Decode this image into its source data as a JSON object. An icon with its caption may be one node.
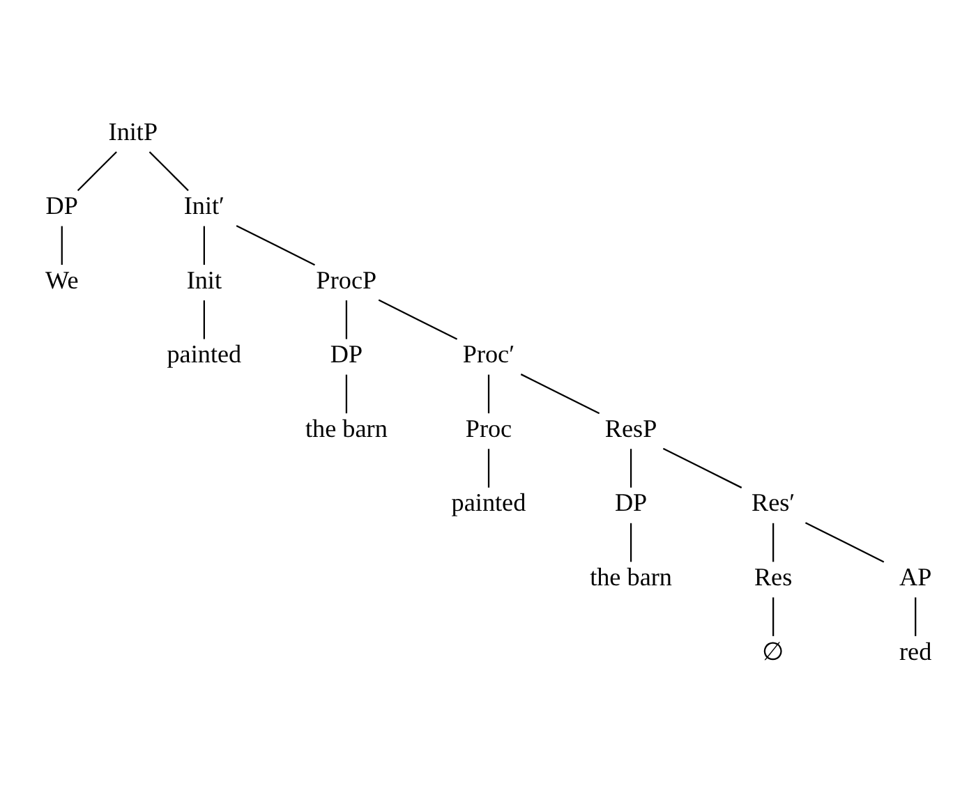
{
  "diagram": {
    "nodes": [
      {
        "text": [
          "InitP"
        ]
      },
      {
        "text": [
          "DP"
        ]
      },
      {
        "text": [
          "Init′"
        ]
      },
      {
        "text": [
          "We"
        ]
      },
      {
        "text": [
          "Init"
        ]
      },
      {
        "text": [
          "ProcP"
        ]
      },
      {
        "text": [
          "painted"
        ]
      },
      {
        "text": [
          "DP"
        ]
      },
      {
        "text": [
          "Proc′"
        ]
      },
      {
        "text": [
          "the barn"
        ]
      },
      {
        "text": [
          "Proc"
        ]
      },
      {
        "text": [
          "ResP"
        ]
      },
      {
        "text": [
          "painted"
        ]
      },
      {
        "text": [
          "DP"
        ]
      },
      {
        "text": [
          "Res′"
        ]
      },
      {
        "text": [
          "the barn"
        ]
      },
      {
        "text": [
          "Res"
        ]
      },
      {
        "text": [
          "AP"
        ]
      },
      {
        "text": [
          "∅"
        ]
      },
      {
        "text": [
          "red"
        ]
      }
    ],
    "edges": [
      {
        "from": 0,
        "to": 1,
        "arrow": "none"
      },
      {
        "from": 0,
        "to": 2,
        "arrow": "none"
      },
      {
        "from": 1,
        "to": 3,
        "arrow": "none"
      },
      {
        "from": 2,
        "to": 4,
        "arrow": "none"
      },
      {
        "from": 2,
        "to": 5,
        "arrow": "none"
      },
      {
        "from": 4,
        "to": 6,
        "arrow": "none"
      },
      {
        "from": 5,
        "to": 7,
        "arrow": "none"
      },
      {
        "from": 5,
        "to": 8,
        "arrow": "none"
      },
      {
        "from": 7,
        "to": 9,
        "arrow": "none"
      },
      {
        "from": 8,
        "to": 10,
        "arrow": "none"
      },
      {
        "from": 8,
        "to": 11,
        "arrow": "none"
      },
      {
        "from": 10,
        "to": 12,
        "arrow": "none"
      },
      {
        "from": 11,
        "to": 13,
        "arrow": "none"
      },
      {
        "from": 11,
        "to": 14,
        "arrow": "none"
      },
      {
        "from": 13,
        "to": 15,
        "arrow": "none"
      },
      {
        "from": 14,
        "to": 16,
        "arrow": "none"
      },
      {
        "from": 14,
        "to": 17,
        "arrow": "none"
      },
      {
        "from": 16,
        "to": 18,
        "arrow": "none"
      },
      {
        "from": 17,
        "to": 19,
        "arrow": "none"
      }
    ]
  }
}
